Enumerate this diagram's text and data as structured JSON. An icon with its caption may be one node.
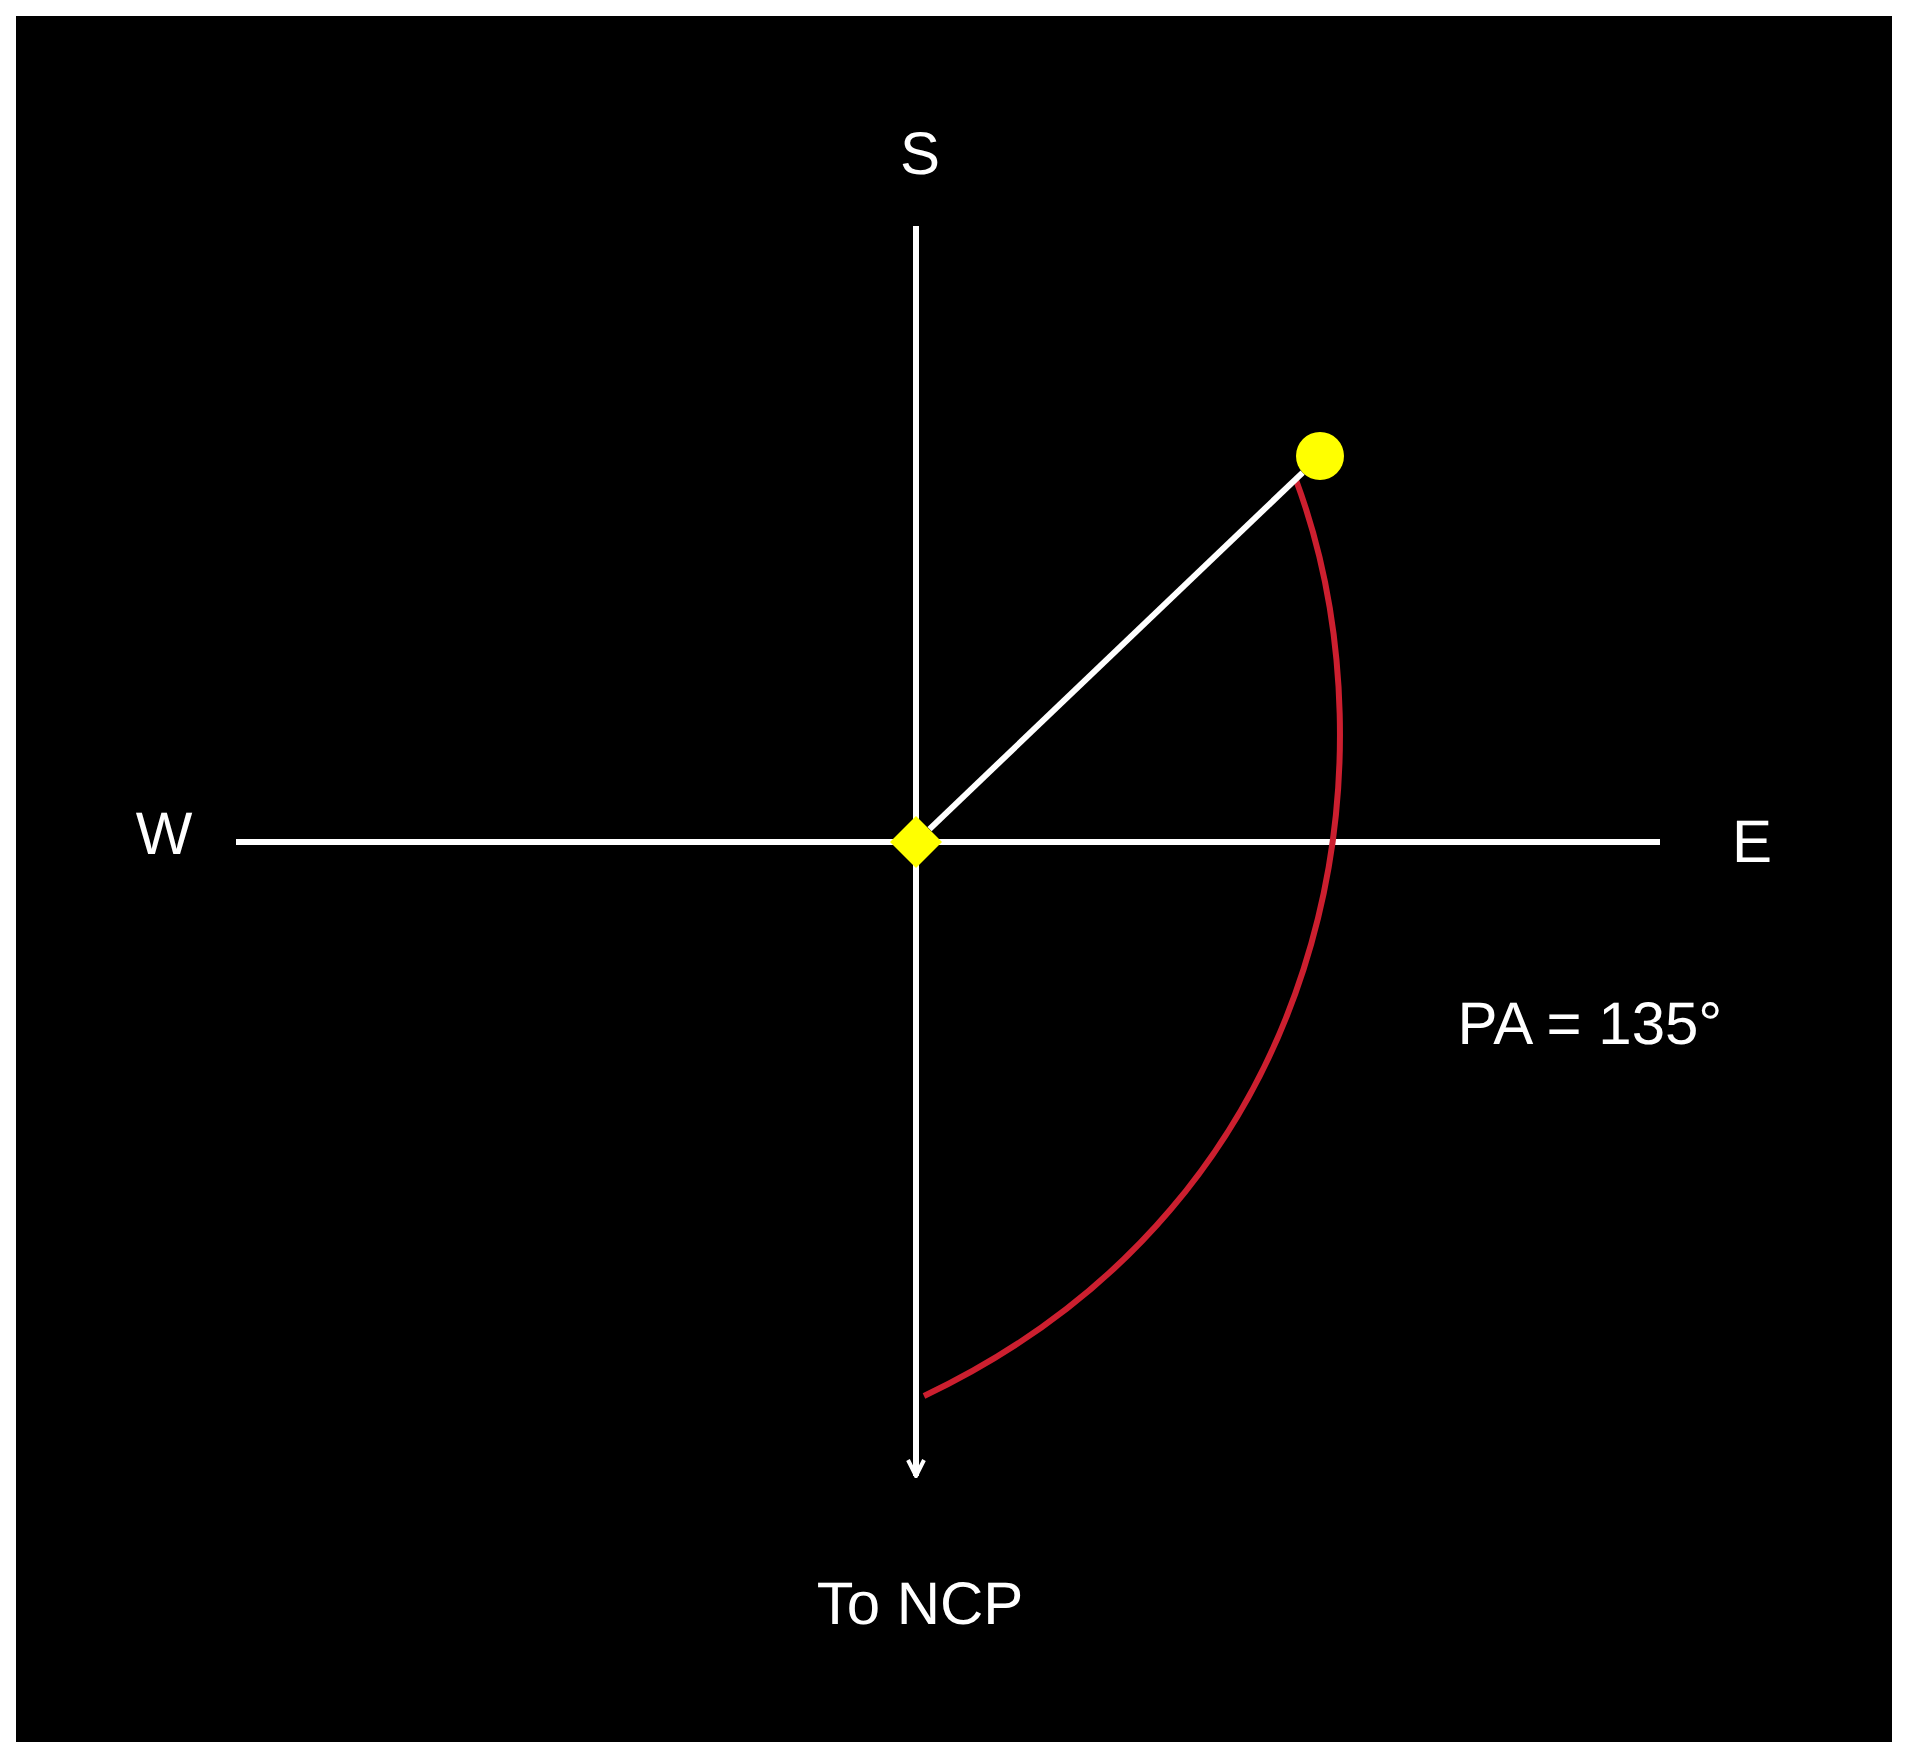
{
  "diagram": {
    "nodes": [
      {
        "text": [],
        "shape": "diamond"
      },
      {
        "text": [],
        "shape": "circle"
      }
    ],
    "edges": [
      {
        "from": 0,
        "to": 1,
        "arrow": "none"
      }
    ],
    "labels": [
      "S",
      "W",
      "E",
      "PA = 135°",
      "To NCP"
    ]
  }
}
